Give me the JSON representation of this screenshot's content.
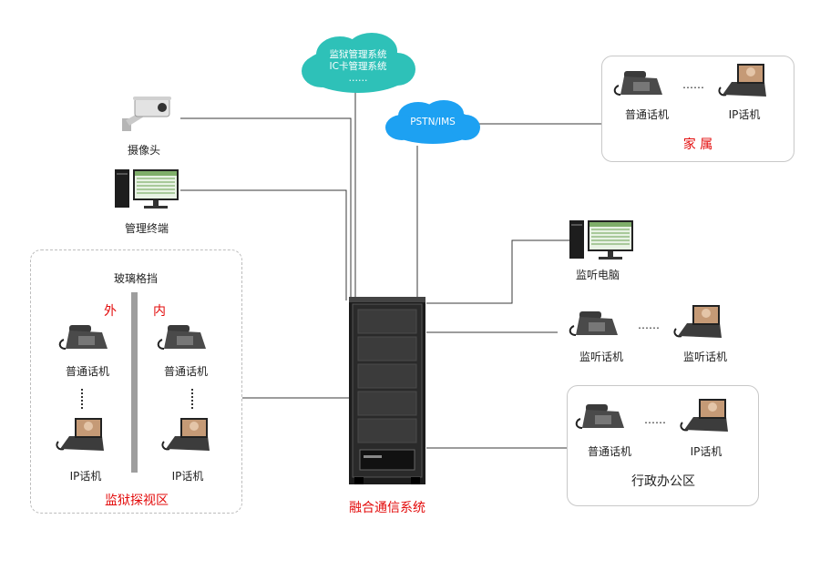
{
  "cloud_prison": {
    "line1": "监狱管理系统",
    "line2": "IC卡管理系统",
    "line3": "……"
  },
  "cloud_pstn": {
    "label": "PSTN/IMS"
  },
  "camera": {
    "label": "摄像头"
  },
  "admin_terminal": {
    "label": "管理终端"
  },
  "family": {
    "phone_label": "普通话机",
    "ip_label": "IP话机",
    "dots": "……",
    "title": "家  属"
  },
  "monitor_pc": {
    "label": "监听电脑"
  },
  "monitor_phones": {
    "phone_label": "监听话机",
    "ip_label": "监听话机",
    "dots": "……"
  },
  "admin_office": {
    "phone_label": "普通话机",
    "ip_label": "IP话机",
    "dots": "……",
    "title": "行政办公区"
  },
  "visit_area": {
    "glass_label": "玻璃格挡",
    "outside_label": "外",
    "inside_label": "内",
    "phone_left": "普通话机",
    "phone_right": "普通话机",
    "ip_left": "IP话机",
    "ip_right": "IP话机",
    "title": "监狱探视区"
  },
  "core": {
    "label": "融合通信系统"
  },
  "colors": {
    "accent_red": "#e30b0b",
    "cloud_top": "#2ec1b8",
    "cloud_blue": "#1da1f2",
    "line": "#333333"
  }
}
